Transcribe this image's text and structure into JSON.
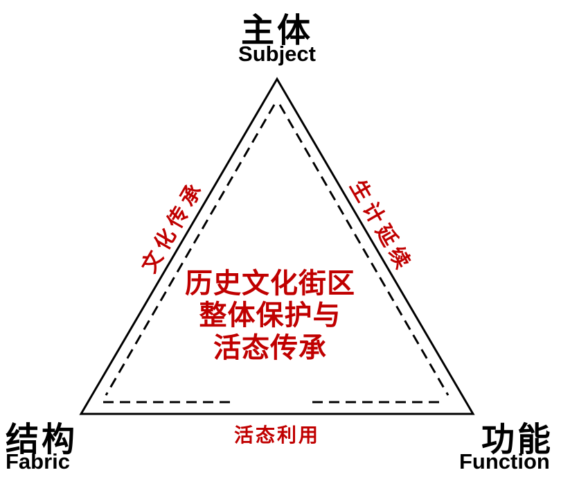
{
  "diagram": {
    "vertices": {
      "top": {
        "label_zh": "主体",
        "label_en": "Subject"
      },
      "bottom_left": {
        "label_zh": "结构",
        "label_en": "Fabric"
      },
      "bottom_right": {
        "label_zh": "功能",
        "label_en": "Function"
      }
    },
    "edge_labels": {
      "left": "文化传承",
      "right": "生计延续",
      "bottom": "活态利用"
    },
    "center_text": {
      "line1": "历史文化街区",
      "line2": "整体保护与",
      "line3": "活态传承"
    },
    "colors": {
      "accent_red": "#c00000",
      "line": "#000000",
      "background": "#ffffff"
    }
  }
}
